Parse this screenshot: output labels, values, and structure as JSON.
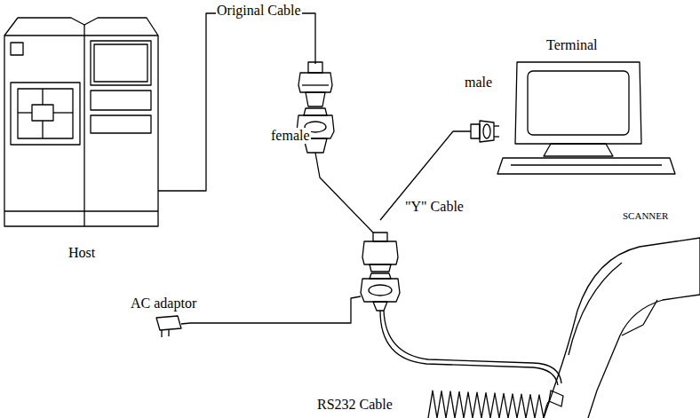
{
  "diagram": {
    "labels": [
      "Original Cable",
      "Terminal",
      "male",
      "female",
      "\"Y\" Cable",
      "SCANNER",
      "Host",
      "AC adaptor",
      "RS232 Cable"
    ]
  }
}
